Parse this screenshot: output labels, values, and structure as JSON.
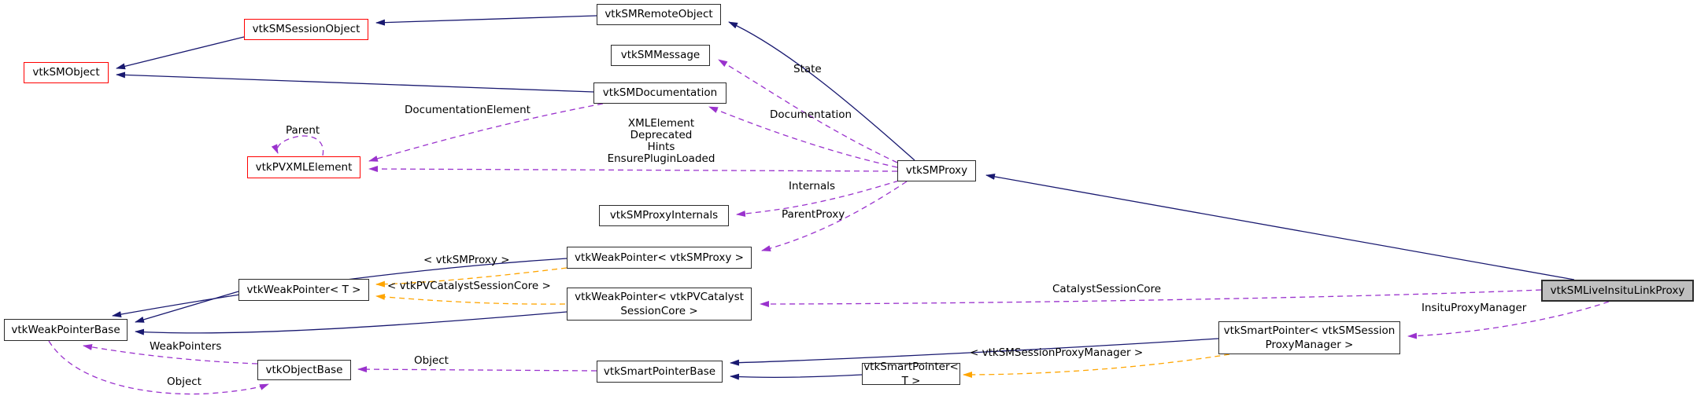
{
  "diagram": {
    "main_class": "vtkSMLiveInsituLinkProxy",
    "nodes": {
      "sm_object": {
        "label": "vtkSMObject"
      },
      "sm_session_object": {
        "label": "vtkSMSessionObject"
      },
      "sm_remote_object": {
        "label": "vtkSMRemoteObject"
      },
      "sm_message": {
        "label": "vtkSMMessage"
      },
      "sm_documentation": {
        "label": "vtkSMDocumentation"
      },
      "pv_xml_element": {
        "label": "vtkPVXMLElement"
      },
      "sm_proxy": {
        "label": "vtkSMProxy"
      },
      "sm_proxy_internals": {
        "label": "vtkSMProxyInternals"
      },
      "weak_pointer_sm_proxy": {
        "label": "vtkWeakPointer< vtkSMProxy >"
      },
      "weak_pointer_t": {
        "label": "vtkWeakPointer< T >"
      },
      "weak_pointer_catalyst": {
        "label": "vtkWeakPointer< vtkPVCatalyst\nSessionCore >"
      },
      "weak_pointer_base": {
        "label": "vtkWeakPointerBase"
      },
      "object_base": {
        "label": "vtkObjectBase"
      },
      "smart_pointer_base": {
        "label": "vtkSmartPointerBase"
      },
      "smart_pointer_t": {
        "label": "vtkSmartPointer< T >"
      },
      "smart_pointer_spm": {
        "label": "vtkSmartPointer< vtkSMSession\nProxyManager >"
      },
      "live_insitu_link_proxy": {
        "label": "vtkSMLiveInsituLinkProxy"
      }
    },
    "edge_labels": {
      "state": "State",
      "documentation": "Documentation",
      "documentation_element": "DocumentationElement",
      "xml_element_group": "XMLElement\nDeprecated\nHints\nEnsurePluginLoaded",
      "parent": "Parent",
      "internals": "Internals",
      "parent_proxy": "ParentProxy",
      "tmpl_sm_proxy": "< vtkSMProxy >",
      "tmpl_catalyst": "< vtkPVCatalystSessionCore >",
      "tmpl_spm": "< vtkSMSessionProxyManager >",
      "catalyst_session_core": "CatalystSessionCore",
      "insitu_proxy_manager": "InsituProxyManager",
      "weak_pointers": "WeakPointers",
      "object_from_weak_base": "Object",
      "object_from_smart_base": "Object"
    },
    "colors": {
      "inheritance_edge": "#191970",
      "usage_edge": "#9a32cd",
      "template_edge": "#ffa500",
      "node_border": "#2b2b2b",
      "truncated_node_border": "#ff0000",
      "main_node_fill": "#bfbfbf",
      "node_fill": "#ffffff",
      "label_color": "#000000"
    }
  }
}
